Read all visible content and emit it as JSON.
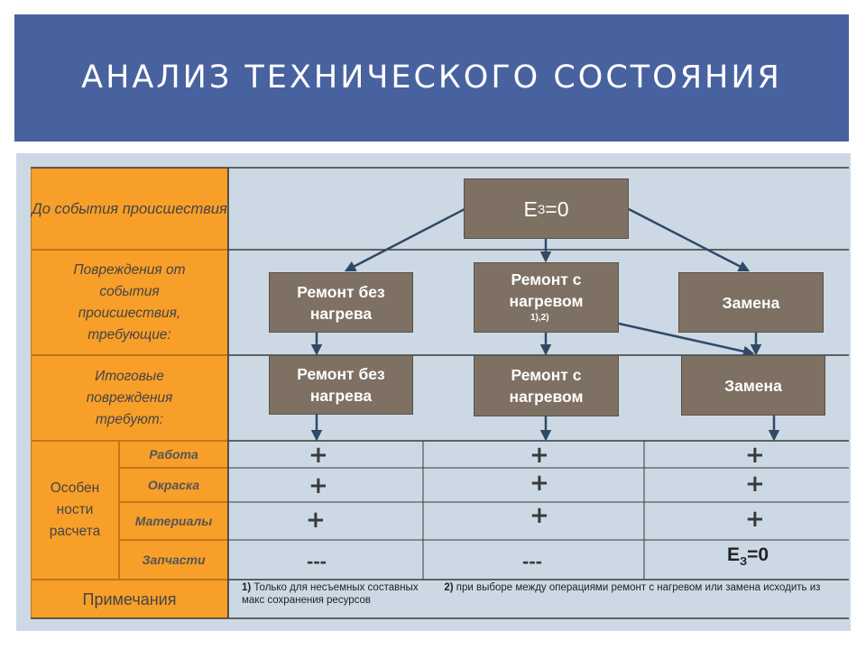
{
  "title": "АНАЛИЗ ТЕХНИЧЕСКОГО СОСТОЯНИЯ",
  "rows": {
    "before_event": "До события происшествия",
    "damage_from_event": "Повреждения от события происшествия, требующие:",
    "final_damage": "Итоговые повреждения требуют:",
    "calc_features": "Особен ности расчета",
    "notes": "Примечания"
  },
  "sub_rows": [
    "Работа",
    "Окраска",
    "Материалы",
    "Запчасти"
  ],
  "top_node": {
    "label": "Е",
    "sub": "З",
    "suffix": "=0"
  },
  "level1": [
    {
      "label": "Ремонт без нагрева"
    },
    {
      "label": "Ремонт с нагревом",
      "note": "1),2)"
    },
    {
      "label": "Замена"
    }
  ],
  "level2": [
    {
      "label": "Ремонт без нагрева"
    },
    {
      "label": "Ремонт с нагревом"
    },
    {
      "label": "Замена"
    }
  ],
  "grid": {
    "plus": "+",
    "dash": "---",
    "e_label": "Е",
    "e_sub": "З",
    "e_suffix": "=0"
  },
  "notes_text": {
    "n1_num": "1)",
    "n1_text": " Только для несъемных составных",
    "n2_num": "2)",
    "n2_text": " при выборе между операциями ремонт с нагревом или замена исходить из макс сохранения ресурсов"
  },
  "colors": {
    "title_bg": "#4862a0",
    "label_bg": "#f89f2a",
    "node_bg": "#7e7164",
    "board_bg": "#ccd9e5",
    "arrow": "#2f4a66"
  }
}
